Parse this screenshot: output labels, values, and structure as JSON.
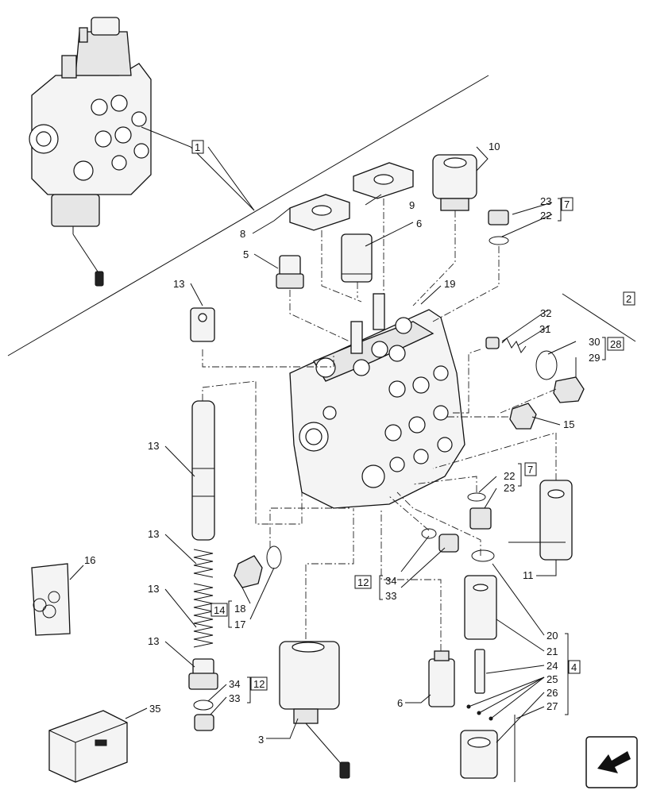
{
  "callouts": [
    {
      "id": "c1",
      "text": "1",
      "boxed": true
    },
    {
      "id": "c2",
      "text": "2",
      "boxed": true
    },
    {
      "id": "c3",
      "text": "3",
      "boxed": false
    },
    {
      "id": "c4",
      "text": "4",
      "boxed": true
    },
    {
      "id": "c5",
      "text": "5",
      "boxed": false
    },
    {
      "id": "c6a",
      "text": "6",
      "boxed": false
    },
    {
      "id": "c6b",
      "text": "6",
      "boxed": false
    },
    {
      "id": "c7a",
      "text": "7",
      "boxed": true
    },
    {
      "id": "c7b",
      "text": "7",
      "boxed": true
    },
    {
      "id": "c8",
      "text": "8",
      "boxed": false
    },
    {
      "id": "c9",
      "text": "9",
      "boxed": false
    },
    {
      "id": "c10",
      "text": "10",
      "boxed": false
    },
    {
      "id": "c11",
      "text": "11",
      "boxed": false
    },
    {
      "id": "c12a",
      "text": "12",
      "boxed": true
    },
    {
      "id": "c12b",
      "text": "12",
      "boxed": true
    },
    {
      "id": "c13a",
      "text": "13",
      "boxed": false
    },
    {
      "id": "c13b",
      "text": "13",
      "boxed": false
    },
    {
      "id": "c13c",
      "text": "13",
      "boxed": false
    },
    {
      "id": "c13d",
      "text": "13",
      "boxed": false
    },
    {
      "id": "c13e",
      "text": "13",
      "boxed": false
    },
    {
      "id": "c14",
      "text": "14",
      "boxed": true
    },
    {
      "id": "c15",
      "text": "15",
      "boxed": false
    },
    {
      "id": "c16",
      "text": "16",
      "boxed": false
    },
    {
      "id": "c17",
      "text": "17",
      "boxed": false
    },
    {
      "id": "c18",
      "text": "18",
      "boxed": false
    },
    {
      "id": "c19",
      "text": "19",
      "boxed": false
    },
    {
      "id": "c20",
      "text": "20",
      "boxed": false
    },
    {
      "id": "c21",
      "text": "21",
      "boxed": false
    },
    {
      "id": "c22a",
      "text": "22",
      "boxed": false
    },
    {
      "id": "c22b",
      "text": "22",
      "boxed": false
    },
    {
      "id": "c23a",
      "text": "23",
      "boxed": false
    },
    {
      "id": "c23b",
      "text": "23",
      "boxed": false
    },
    {
      "id": "c24",
      "text": "24",
      "boxed": false
    },
    {
      "id": "c25",
      "text": "25",
      "boxed": false
    },
    {
      "id": "c26",
      "text": "26",
      "boxed": false
    },
    {
      "id": "c27",
      "text": "27",
      "boxed": false
    },
    {
      "id": "c28",
      "text": "28",
      "boxed": true
    },
    {
      "id": "c29",
      "text": "29",
      "boxed": false
    },
    {
      "id": "c30",
      "text": "30",
      "boxed": false
    },
    {
      "id": "c31",
      "text": "31",
      "boxed": false
    },
    {
      "id": "c32",
      "text": "32",
      "boxed": false
    },
    {
      "id": "c33a",
      "text": "33",
      "boxed": false
    },
    {
      "id": "c33b",
      "text": "33",
      "boxed": false
    },
    {
      "id": "c34a",
      "text": "34",
      "boxed": false
    },
    {
      "id": "c34b",
      "text": "34",
      "boxed": false
    },
    {
      "id": "c35",
      "text": "35",
      "boxed": false
    }
  ],
  "nav_icon": "next-page-arrow-icon"
}
